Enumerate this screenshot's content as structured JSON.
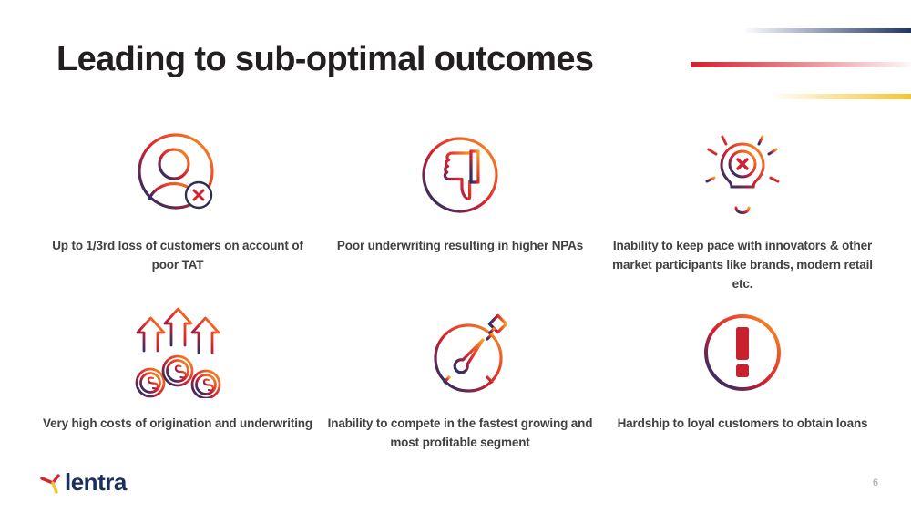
{
  "slide": {
    "title": "Leading to sub-optimal outcomes",
    "page_number": "6",
    "logo_text": "lentra"
  },
  "colors": {
    "gradient_start": "#1F3567",
    "gradient_mid": "#D32030",
    "gradient_end": "#F5A623",
    "deco_blue": "#1f3567",
    "deco_red": "#cf1f2e",
    "deco_yellow": "#f7c32c",
    "title": "#231f20",
    "body_text": "#414141",
    "logo_navy": "#1b2f5e",
    "page_num": "#9a9a9a"
  },
  "cards": [
    {
      "icon": "user-error-icon",
      "text": "Up to 1/3rd loss of customers on account of poor TAT"
    },
    {
      "icon": "thumbs-down-icon",
      "text": "Poor underwriting resulting in higher NPAs"
    },
    {
      "icon": "lightbulb-error-icon",
      "text": "Inability to keep pace with innovators & other market participants like brands, modern retail etc."
    },
    {
      "icon": "rising-cost-coins-icon",
      "text": "Very high costs of origination and underwriting"
    },
    {
      "icon": "stopwatch-speed-icon",
      "text": "Inability to compete in the fastest growing and most profitable segment"
    },
    {
      "icon": "exclamation-circle-icon",
      "text": "Hardship to loyal customers to obtain loans"
    }
  ]
}
